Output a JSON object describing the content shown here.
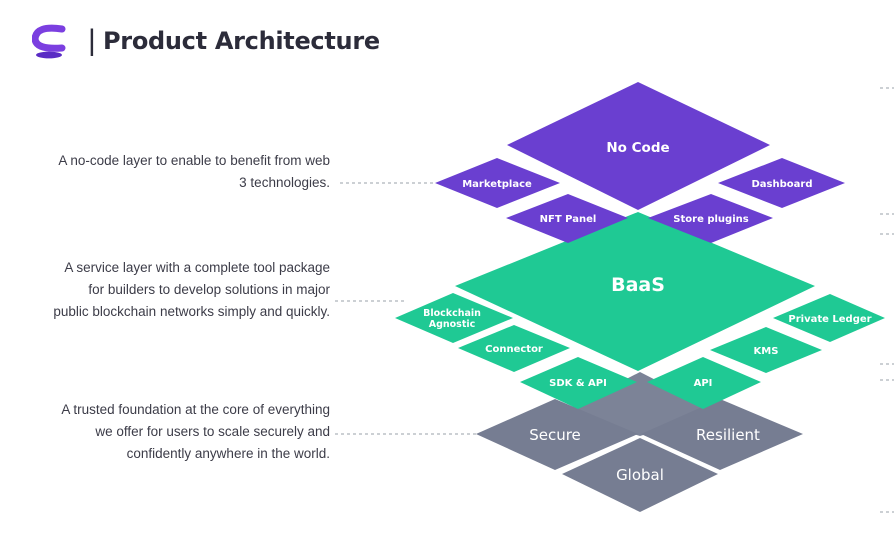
{
  "header": {
    "separator": "|",
    "title": "Product Architecture"
  },
  "descriptions": {
    "no_code": [
      "A no-code layer to enable to benefit from web",
      "3 technologies."
    ],
    "baas": [
      "A service layer with a complete tool package",
      "for builders to develop solutions in major",
      "public blockchain networks simply and quickly."
    ],
    "foundation": [
      "A trusted foundation at the core of everything",
      "we offer for users to scale securely and",
      "confidently anywhere in the world."
    ]
  },
  "layers": {
    "no_code": {
      "main": "No Code",
      "tiles": [
        "Marketplace",
        "NFT Panel",
        "Store plugins",
        "Dashboard"
      ]
    },
    "baas": {
      "main": "BaaS",
      "tiles": [
        "Blockchain",
        "Agnostic",
        "Connector",
        "SDK & API",
        "API",
        "KMS",
        "Private Ledger"
      ]
    },
    "foundation": {
      "tiles": [
        "Secure",
        "Resilient",
        "Global"
      ]
    }
  },
  "colors": {
    "purple": "#6a3fd0",
    "green": "#1fc994",
    "gray": "#767d92",
    "text": "#2c2c3a",
    "connector": "#9aa0aa"
  },
  "icons": {
    "logo": "brand-logo-icon"
  }
}
